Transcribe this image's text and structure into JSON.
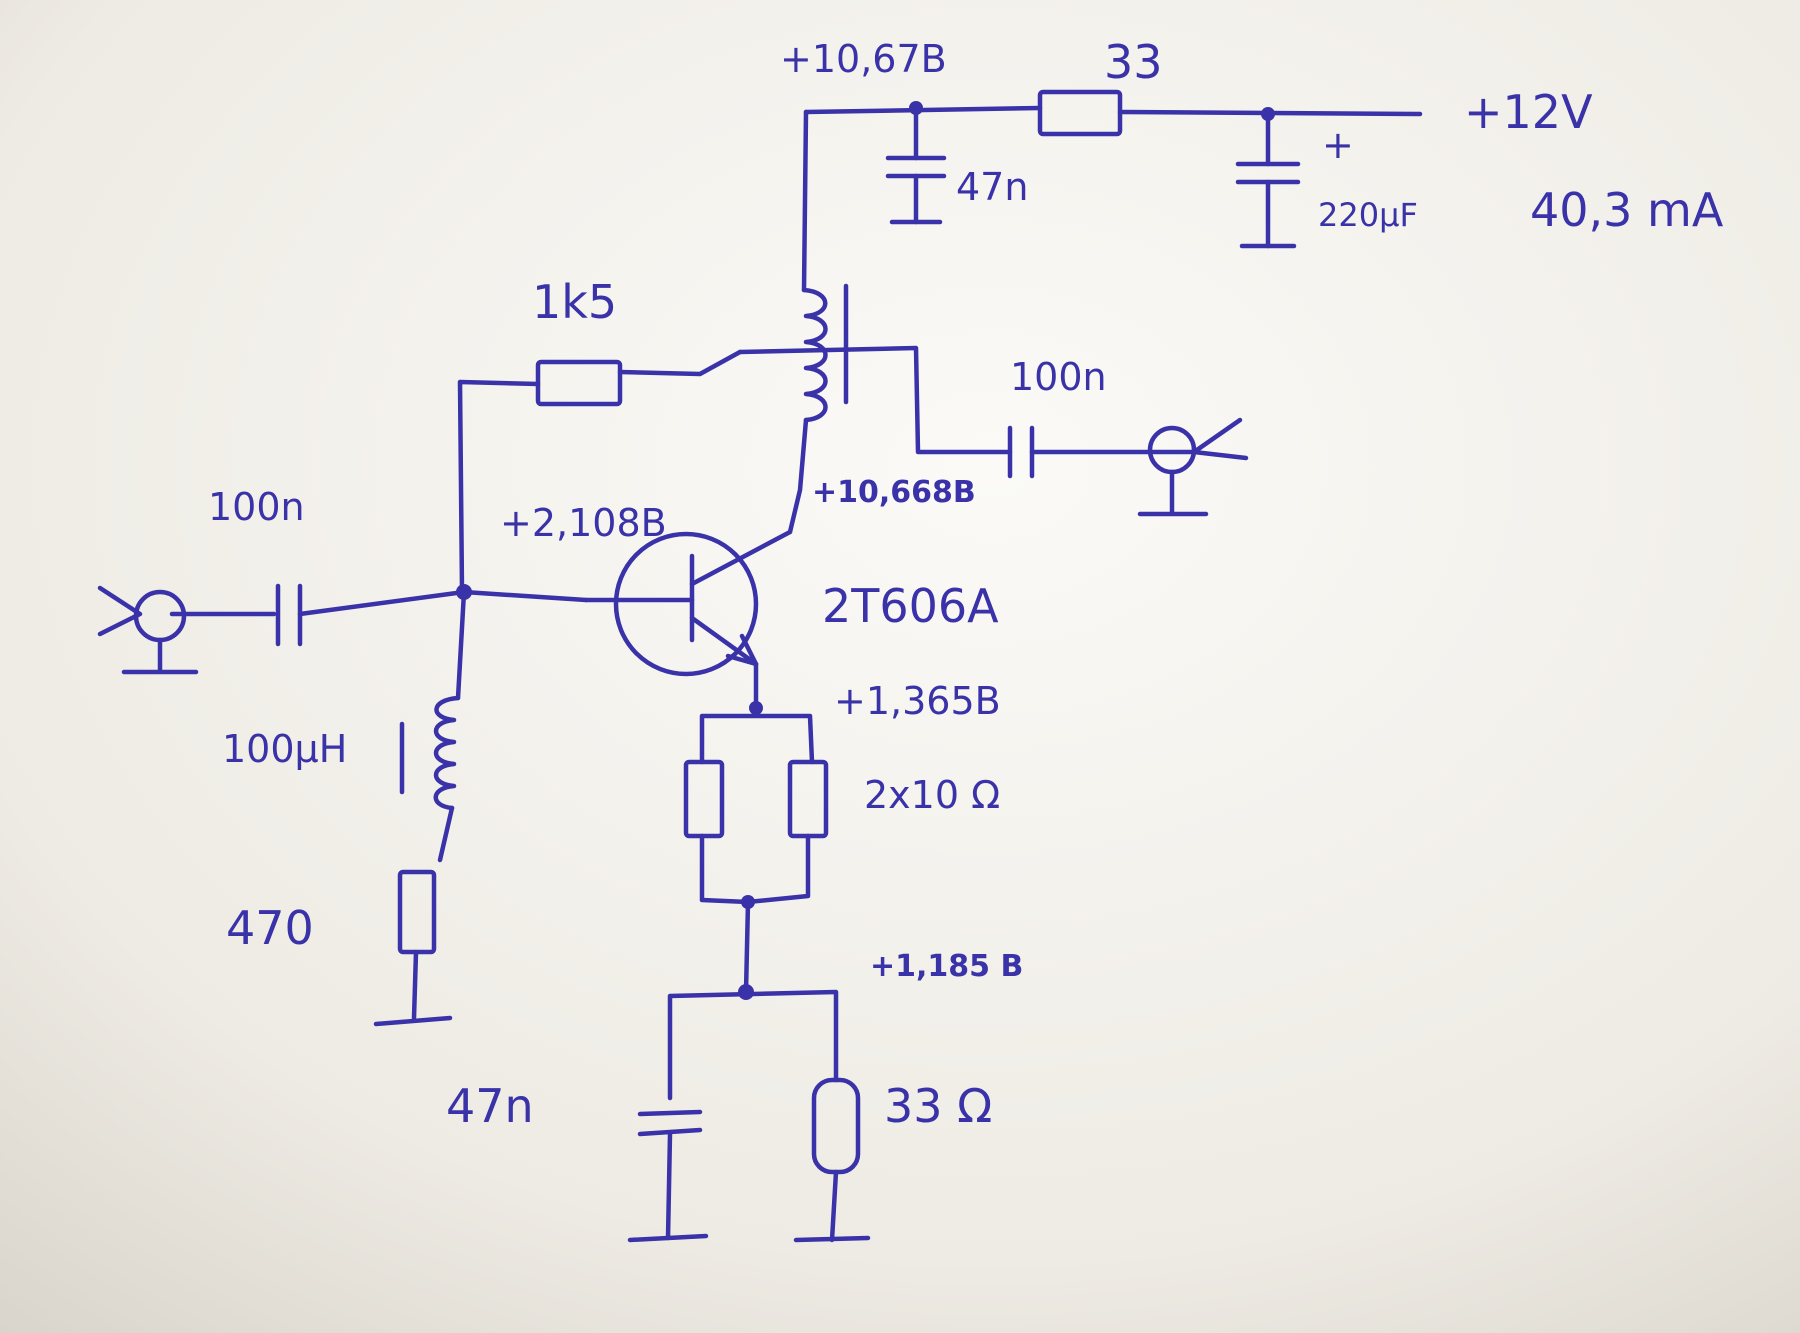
{
  "labels": {
    "supply_voltage": "+12V",
    "current": "40,3 mA",
    "cap_220u": "220µF",
    "cap_plus_mark": "+",
    "res_33_top": "33",
    "node_top_voltage": "+10,67B",
    "cap_47n_top": "47n",
    "res_1k5": "1k5",
    "cap_100n_out": "100n",
    "node_collector_voltage": "+10,668B",
    "cap_100n_in": "100n",
    "node_base_voltage": "+2,108B",
    "transistor": "2T606A",
    "node_emitter_voltage": "+1,365B",
    "res_2x10": "2x10 Ω",
    "ind_100u": "100µH",
    "res_470": "470",
    "node_lower_voltage": "+1,185 B",
    "cap_47n_bottom": "47n",
    "res_33_bottom": "33 Ω"
  },
  "colors": {
    "ink": "#3a32a8",
    "paper": "#efece6"
  }
}
